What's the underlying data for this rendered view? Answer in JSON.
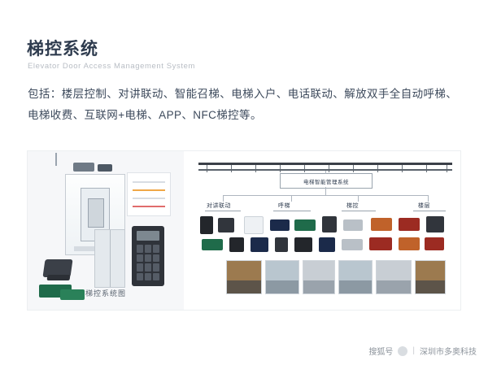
{
  "slide": {
    "title": "梯控系统",
    "subtitle": "Elevator Door Access Management System",
    "body": "包括：楼层控制、对讲联动、智能召梯、电梯入户、电话联动、解放双手全自动呼梯、电梯收费、互联网+电梯、APP、NFC梯控等。",
    "figure_caption": "梯控系统图"
  },
  "diagram": {
    "hub_label": "电梯智能管理系统",
    "columns": [
      {
        "label": "对讲联动"
      },
      {
        "label": "呼梯"
      },
      {
        "label": "梯控"
      },
      {
        "label": "楼层"
      }
    ]
  },
  "footer": {
    "source_label": "搜狐号",
    "separator": "|",
    "publisher": "深圳市多奥科技"
  }
}
